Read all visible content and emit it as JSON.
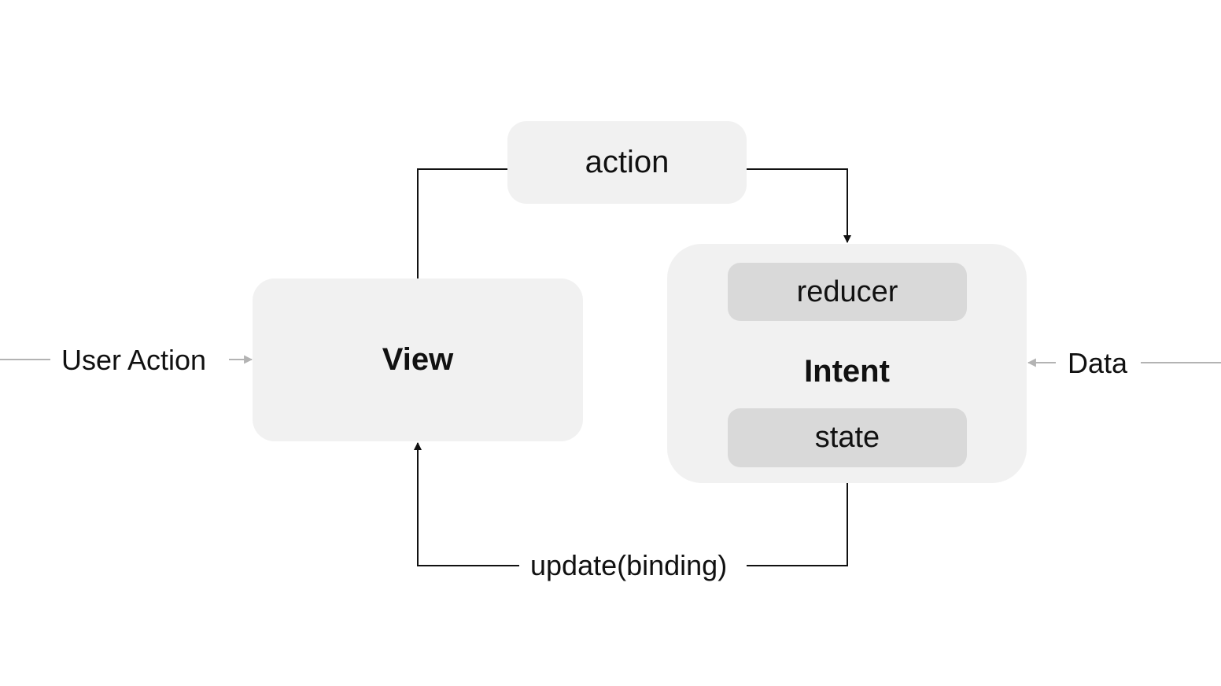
{
  "diagram": {
    "nodes": {
      "action": "action",
      "view": "View",
      "intent": "Intent",
      "reducer": "reducer",
      "state": "state"
    },
    "edges": {
      "user_action": "User Action",
      "data": "Data",
      "update": "update(binding)"
    },
    "colors": {
      "box_fill": "#f1f1f1",
      "inner_fill": "#d9d9d9",
      "line": "#111111",
      "muted_line": "#b3b3b3"
    }
  }
}
